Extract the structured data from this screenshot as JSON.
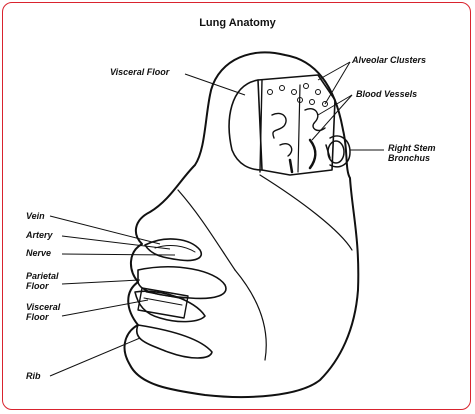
{
  "title": "Lung Anatomy",
  "labels": {
    "visceral_floor_top": "Visceral Floor",
    "alveolar_clusters": "Alveolar Clusters",
    "blood_vessels": "Blood Vessels",
    "right_stem_bronchus_1": "Right Stem",
    "right_stem_bronchus_2": "Bronchus",
    "vein": "Vein",
    "artery": "Artery",
    "nerve": "Nerve",
    "parietal_floor_1": "Parietal",
    "parietal_floor_2": "Floor",
    "visceral_floor_bottom_1": "Visceral",
    "visceral_floor_bottom_2": "Floor",
    "rib": "Rib"
  },
  "colors": {
    "frame": "#d9232e",
    "line": "#111111"
  }
}
